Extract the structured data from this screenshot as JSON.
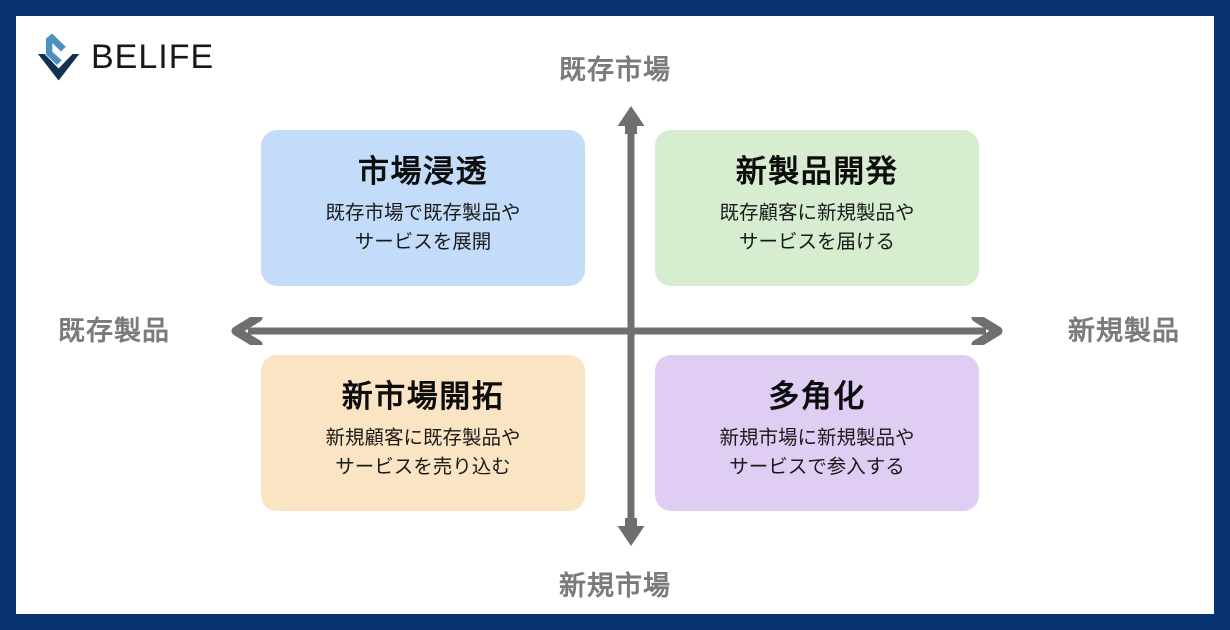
{
  "theme": {
    "frame_color": "#083572",
    "canvas_color": "#ffffff",
    "axis_color": "#6f6f6f",
    "axis_label_color": "#7b7b7b",
    "logo_light_blue": "#4f8fc0",
    "logo_dark_navy": "#11314f"
  },
  "brand": {
    "name": "BELIFE",
    "mark": "double-chevron-logo"
  },
  "axes": {
    "top_label": "既存市場",
    "bottom_label": "新規市場",
    "left_label": "既存製品",
    "right_label": "新規製品",
    "vertical_axis_name": "market-axis",
    "horizontal_axis_name": "product-axis"
  },
  "quadrants": [
    {
      "id": "market-penetration",
      "position": "top-left",
      "title": "市場浸透",
      "desc_line1": "既存市場で既存製品や",
      "desc_line2": "サービスを展開",
      "color": "#c3dcfa"
    },
    {
      "id": "new-product-development",
      "position": "top-right",
      "title": "新製品開発",
      "desc_line1": "既存顧客に新規製品や",
      "desc_line2": "サービスを届ける",
      "color": "#d7edd0"
    },
    {
      "id": "new-market-development",
      "position": "bottom-left",
      "title": "新市場開拓",
      "desc_line1": "新規顧客に既存製品や",
      "desc_line2": "サービスを売り込む",
      "color": "#fbe4c3"
    },
    {
      "id": "diversification",
      "position": "bottom-right",
      "title": "多角化",
      "desc_line1": "新規市場に新規製品や",
      "desc_line2": "サービスで参入する",
      "color": "#e0cdf3"
    }
  ]
}
